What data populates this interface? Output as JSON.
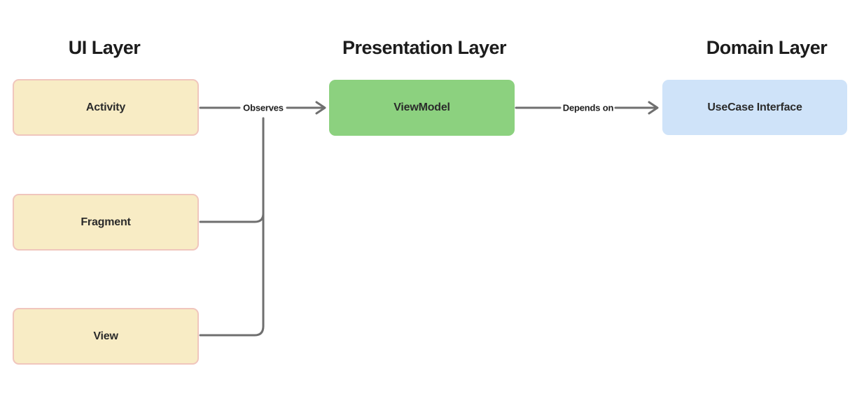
{
  "titles": {
    "ui": "UI Layer",
    "presentation": "Presentation Layer",
    "domain": "Domain Layer"
  },
  "nodes": {
    "activity": {
      "label": "Activity"
    },
    "fragment": {
      "label": "Fragment"
    },
    "view": {
      "label": "View"
    },
    "viewmodel": {
      "label": "ViewModel"
    },
    "usecase": {
      "label": "UseCase Interface"
    }
  },
  "edges": {
    "observes": {
      "label": "Observes"
    },
    "depends_on": {
      "label": "Depends on"
    }
  },
  "colors": {
    "ui_node_fill": "#F8ECC5",
    "ui_node_border": "#F0C6BD",
    "presentation_node_fill": "#8CD17F",
    "domain_node_fill": "#CFE3F9",
    "connector": "#6F6F6F",
    "title_text": "#1C1C1C",
    "node_text": "#2B2B2B"
  }
}
